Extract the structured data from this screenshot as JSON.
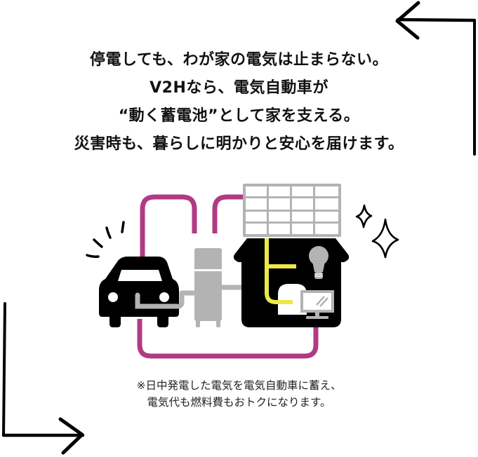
{
  "headline": {
    "lines": [
      "停電しても、わが家の電気は止まらない。",
      "V2Hなら、電気自動車が",
      "“動く蓄電池”として家を支える。",
      "災害時も、暮らしに明かりと安心を届けます。"
    ]
  },
  "note": {
    "lines": [
      "※日中発電した電気を電気自動車に蓄え、",
      "電気代も燃料費もおトクになります。"
    ]
  },
  "illustration": {
    "elements": [
      "car-icon",
      "v2h-charger-icon",
      "house-icon",
      "solar-panel-icon",
      "light-bulb-icon",
      "monitor-icon",
      "sparkle-icon",
      "arrow-icon"
    ],
    "colors": {
      "wire_magenta": "#b13a84",
      "wire_yellow": "#ece84a",
      "gray": "#b3b3b3",
      "black": "#000000",
      "white": "#ffffff"
    }
  }
}
